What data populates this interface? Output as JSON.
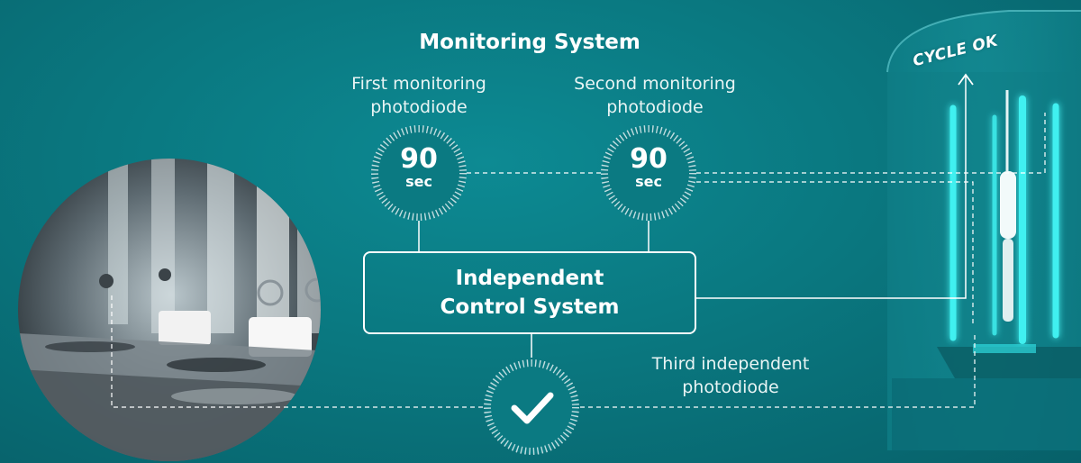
{
  "diagram": {
    "title": "Monitoring System",
    "first_photodiode": {
      "label": "First monitoring\nphotodiode",
      "value": "90",
      "unit": "sec"
    },
    "second_photodiode": {
      "label": "Second monitoring\nphotodiode",
      "value": "90",
      "unit": "sec"
    },
    "control_system": {
      "label": "Independent\nControl System"
    },
    "third_photodiode": {
      "label": "Third independent\nphotodiode",
      "status_icon": "checkmark-icon"
    },
    "device": {
      "status_text": "CYCLE OK",
      "lamp_color": "#3ff0f0"
    }
  },
  "colors": {
    "background": "#0a7880",
    "line": "#ffffff",
    "lamp_glow": "#3ff0f0"
  }
}
